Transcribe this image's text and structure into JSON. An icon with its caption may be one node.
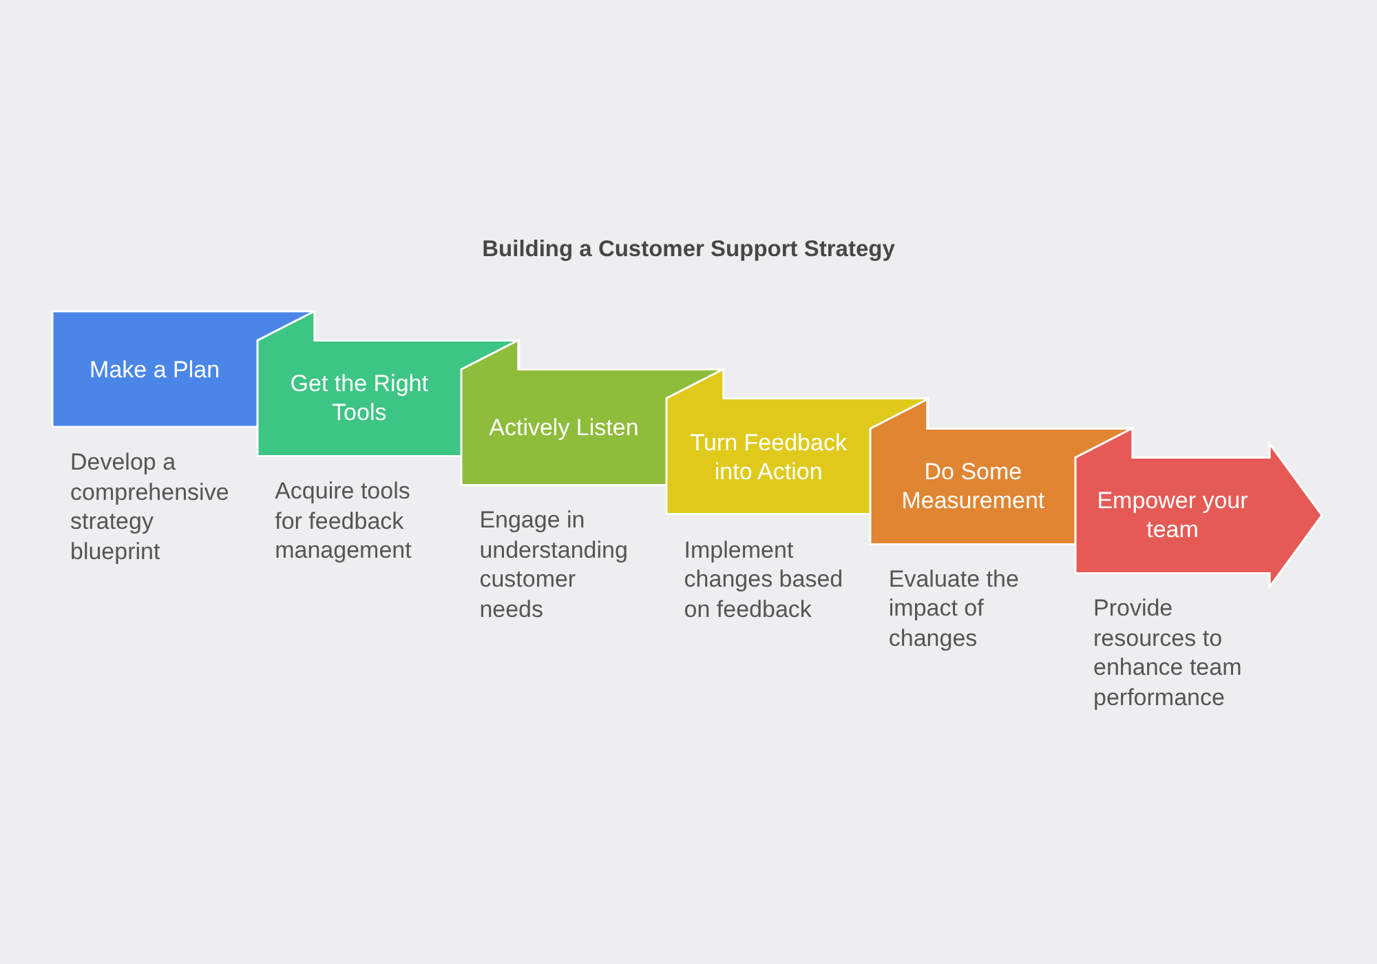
{
  "diagram": {
    "title": "Building a Customer Support Strategy",
    "nodes": [
      {
        "text": [
          "Make a Plan"
        ],
        "beside": [
          "Develop a comprehensive strategy blueprint"
        ]
      },
      {
        "text": [
          "Get the Right Tools"
        ],
        "beside": [
          "Acquire tools for feedback management"
        ]
      },
      {
        "text": [
          "Actively Listen"
        ],
        "beside": [
          "Engage in understanding customer needs"
        ]
      },
      {
        "text": [
          "Turn Feedback into Action"
        ],
        "beside": [
          "Implement changes based on feedback"
        ]
      },
      {
        "text": [
          "Do Some Measurement"
        ],
        "beside": [
          "Evaluate the impact of changes"
        ]
      },
      {
        "text": [
          "Empower your team"
        ],
        "beside": [
          "Provide resources to enhance team performance"
        ]
      }
    ]
  }
}
